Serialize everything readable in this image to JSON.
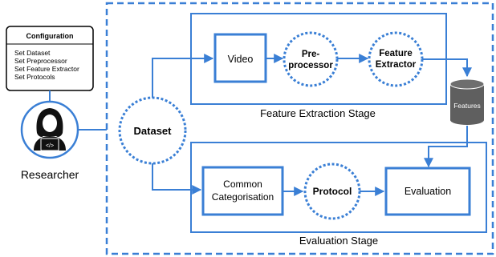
{
  "config": {
    "title": "Configuration",
    "items": [
      "Set Dataset",
      "Set Preprocessor",
      "Set Feature Extractor",
      "Set Protocols"
    ]
  },
  "actor": {
    "label": "Researcher",
    "code_glyph": "</>",
    "icon": "developer-person-icon"
  },
  "dataset": {
    "label": "Dataset"
  },
  "feature_stage": {
    "caption": "Feature Extraction Stage",
    "video": "Video",
    "preprocessor": [
      "Pre-",
      "processor"
    ],
    "extractor": [
      "Feature",
      "Extractor"
    ]
  },
  "database": {
    "label": "Features",
    "icon": "database-icon"
  },
  "evaluation_stage": {
    "caption": "Evaluation Stage",
    "categorisation": [
      "Common",
      "Categorisation"
    ],
    "protocol": "Protocol",
    "evaluation": "Evaluation"
  },
  "colors": {
    "accent": "#3a7fd5",
    "database": "#5f5f5f"
  }
}
